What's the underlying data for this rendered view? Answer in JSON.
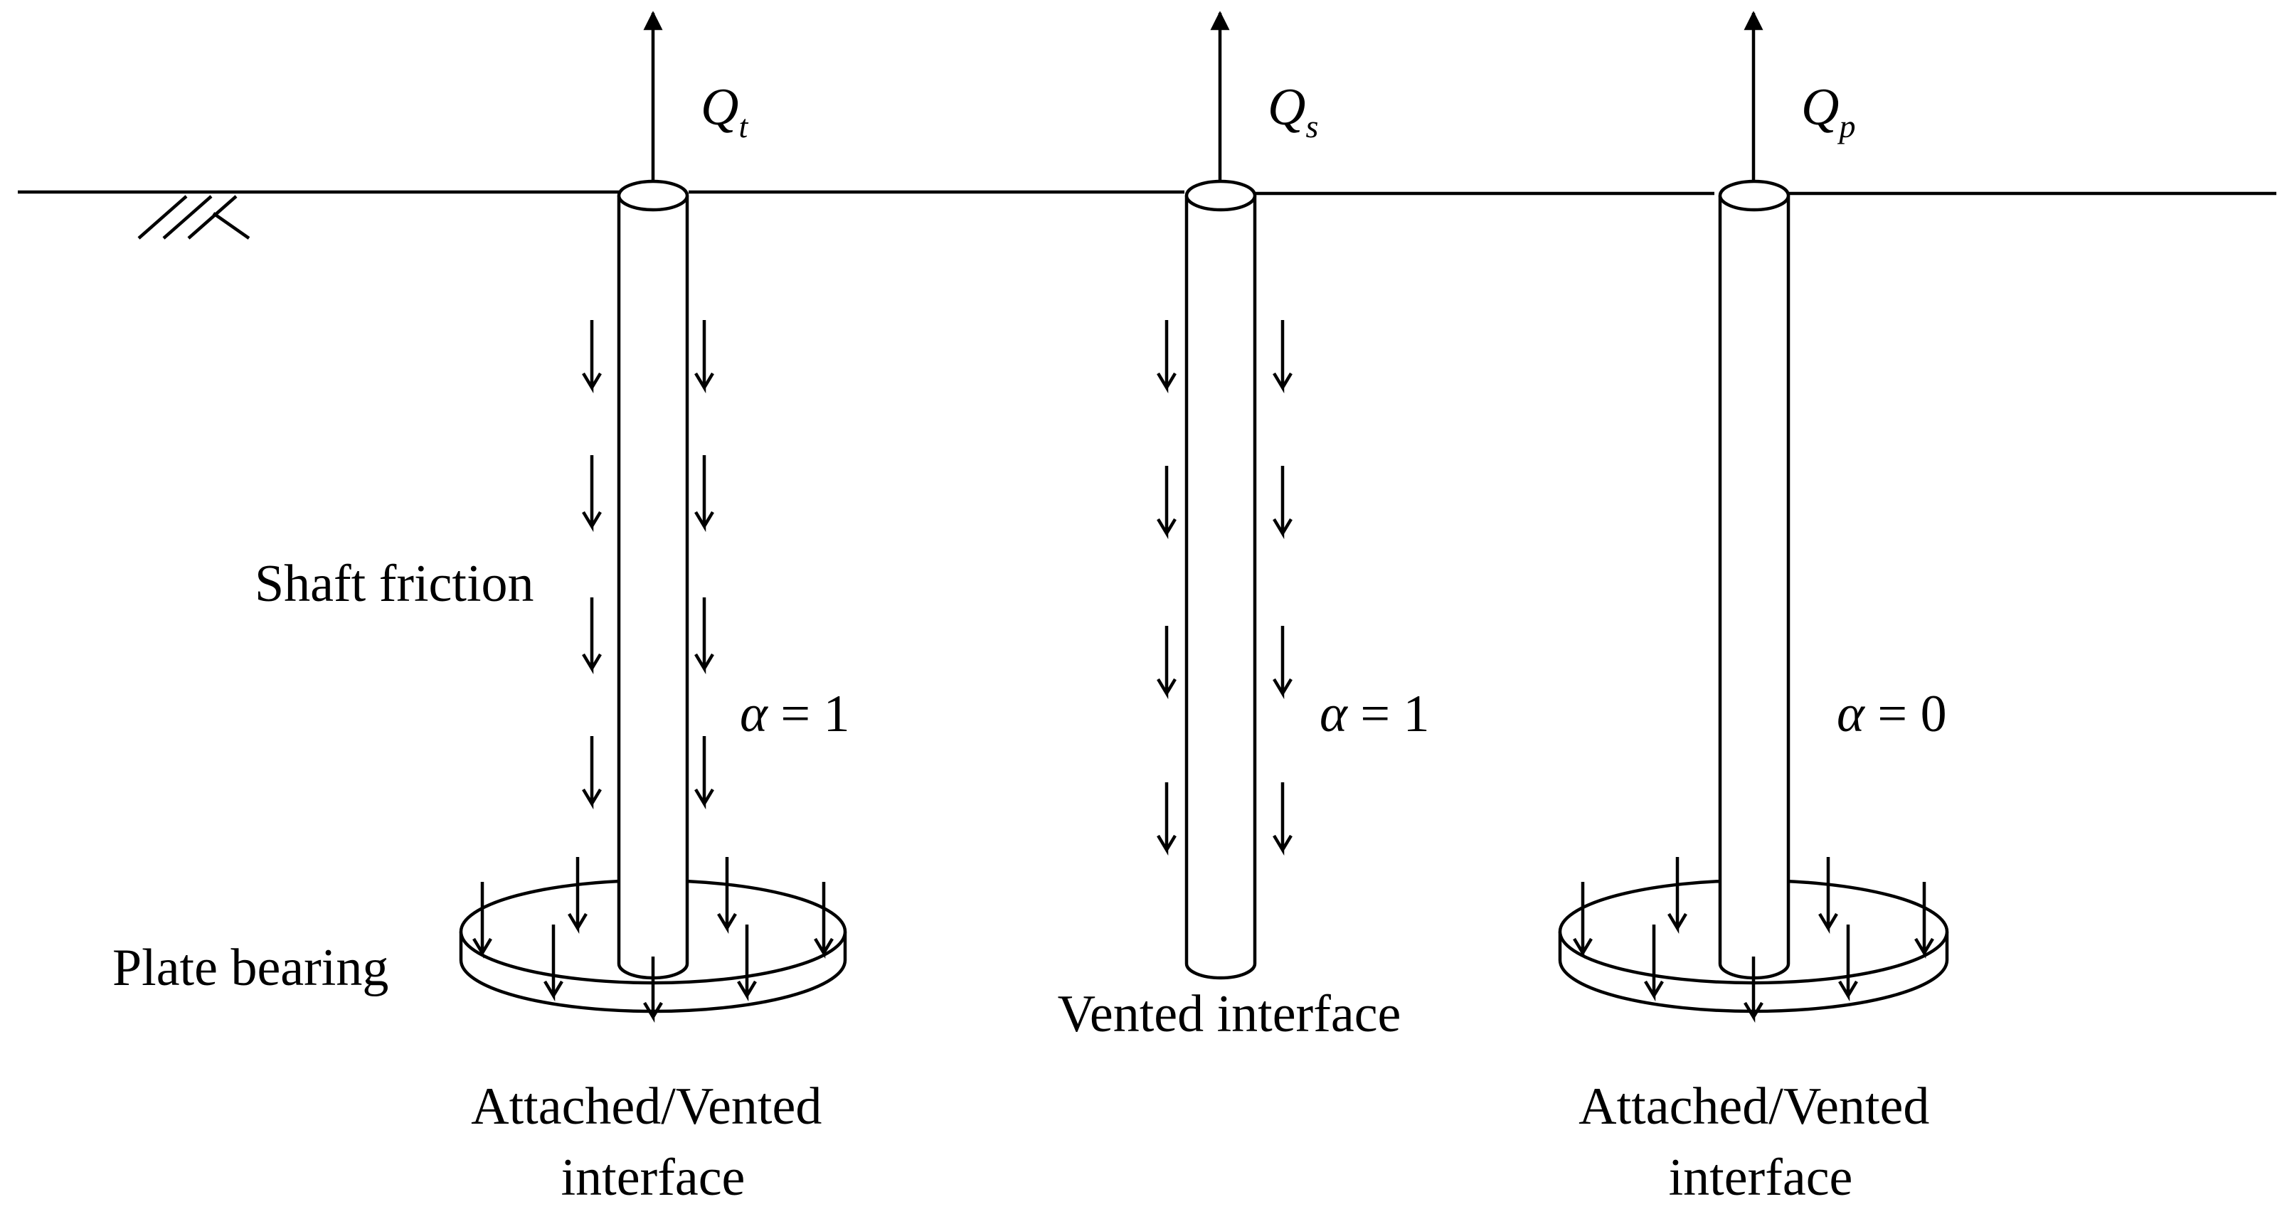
{
  "labels": {
    "load_total": {
      "main": "Q",
      "sub": "t"
    },
    "load_shaft": {
      "main": "Q",
      "sub": "s"
    },
    "load_plate": {
      "main": "Q",
      "sub": "p"
    },
    "shaft_friction": "Shaft friction",
    "plate_bearing": "Plate bearing",
    "alpha_left": {
      "symbol": "α",
      "rest": " = 1"
    },
    "alpha_middle": {
      "symbol": "α",
      "rest": " = 1"
    },
    "alpha_right": {
      "symbol": "α",
      "rest": " = 0"
    },
    "interface_left": [
      "Attached/Vented",
      "interface"
    ],
    "interface_middle": "Vented interface",
    "interface_right": [
      "Attached/Vented",
      "interface"
    ]
  },
  "colors": {
    "stroke": "#000000",
    "background": "#ffffff"
  }
}
